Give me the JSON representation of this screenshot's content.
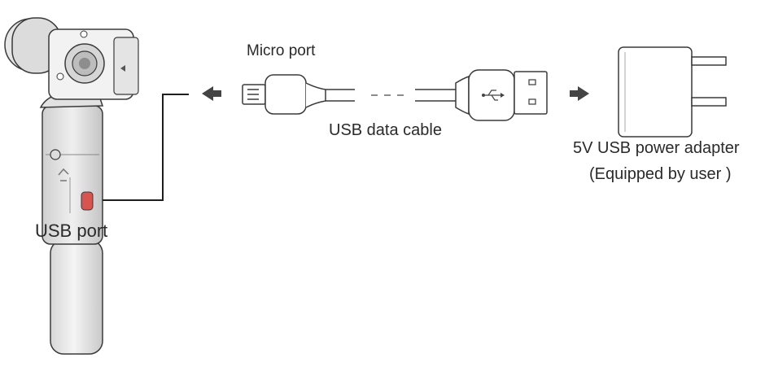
{
  "labels": {
    "micro_port": "Micro port",
    "usb_data_cable": "USB data cable",
    "adapter_title": "5V USB power adapter",
    "adapter_note": "(Equipped by user )",
    "usb_port": "USB port"
  },
  "colors": {
    "stroke": "#3a3a3a",
    "arrow": "#444444",
    "body_light": "#e9e9e9",
    "body_mid": "#cfcfcf",
    "button_red": "#d9534f"
  },
  "icons": [
    "gimbal-camera-icon",
    "micro-usb-plug-icon",
    "usb-a-plug-icon",
    "usb-symbol-icon",
    "power-adapter-icon",
    "arrow-left-icon",
    "arrow-right-icon"
  ]
}
